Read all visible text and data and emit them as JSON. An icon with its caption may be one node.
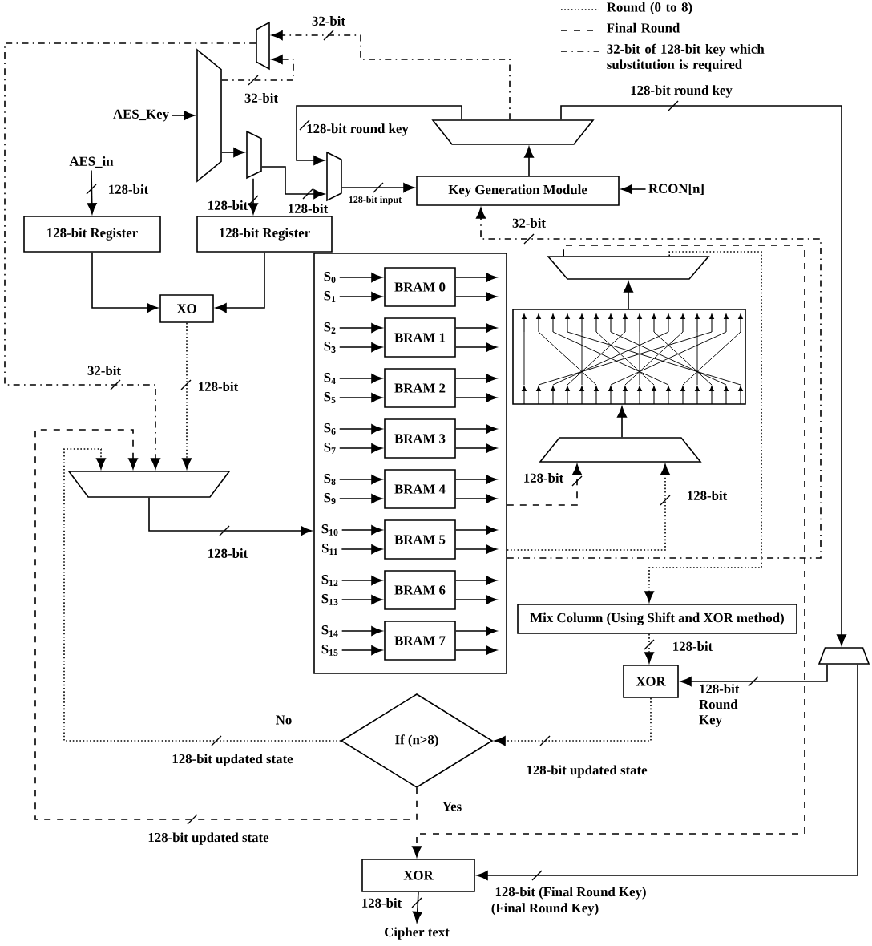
{
  "diagram": {
    "nodes": [
      {
        "text": [
          "AES_Key"
        ]
      },
      {
        "text": [],
        "shape": "trapezoid"
      },
      {
        "text": [],
        "shape": "trapezoid"
      },
      {
        "text": [],
        "shape": "trapezoid"
      },
      {
        "text": [],
        "shape": "trapezoid"
      },
      {
        "text": [],
        "shape": "trapezoid"
      },
      {
        "text": [
          "Key Generation Module"
        ]
      },
      {
        "text": [
          "RCON[n]"
        ]
      },
      {
        "text": [
          "AES_in"
        ]
      },
      {
        "text": [
          "128-bit Register"
        ]
      },
      {
        "text": [
          "128-bit Register"
        ]
      },
      {
        "text": [
          "XO"
        ]
      },
      {
        "text": [],
        "shape": "trapezoid"
      },
      {
        "text": [],
        "shape": "box"
      },
      {
        "text": [
          "BRAM 0"
        ],
        "in": 13
      },
      {
        "text": [
          "BRAM 1"
        ],
        "in": 13
      },
      {
        "text": [
          "BRAM 2"
        ],
        "in": 13
      },
      {
        "text": [
          "BRAM 3"
        ],
        "in": 13
      },
      {
        "text": [
          "BRAM 4"
        ],
        "in": 13
      },
      {
        "text": [
          "BRAM 5"
        ],
        "in": 13
      },
      {
        "text": [
          "BRAM 6"
        ],
        "in": 13
      },
      {
        "text": [
          "BRAM 7"
        ],
        "in": 13
      },
      {
        "text": [
          "S$_{0}$"
        ],
        "in": 13
      },
      {
        "text": [
          "S$_{1}$"
        ],
        "in": 13
      },
      {
        "text": [
          "S$_{2}$"
        ],
        "in": 13
      },
      {
        "text": [
          "S$_{3}$"
        ],
        "in": 13
      },
      {
        "text": [
          "S$_{4}$"
        ],
        "in": 13
      },
      {
        "text": [
          "S$_{5}$"
        ],
        "in": 13
      },
      {
        "text": [
          "S$_{6}$"
        ],
        "in": 13
      },
      {
        "text": [
          "S$_{7}$"
        ],
        "in": 13
      },
      {
        "text": [
          "S$_{8}$"
        ],
        "in": 13
      },
      {
        "text": [
          "S$_{9}$"
        ],
        "in": 13
      },
      {
        "text": [
          "S$_{10}$"
        ],
        "in": 13
      },
      {
        "text": [
          "S$_{11}$"
        ],
        "in": 13
      },
      {
        "text": [
          "S$_{12}$"
        ],
        "in": 13
      },
      {
        "text": [
          "S$_{13}$"
        ],
        "in": 13
      },
      {
        "text": [
          "S$_{14}$"
        ],
        "in": 13
      },
      {
        "text": [
          "S$_{15}$"
        ],
        "in": 13
      },
      {
        "text": [],
        "shape": "trapezoid"
      },
      {
        "text": [],
        "shape": "box"
      },
      {
        "text": [],
        "shape": "trapezoid"
      },
      {
        "text": [
          "Mix Column (Using Shift and XOR method)"
        ]
      },
      {
        "text": [
          "XOR"
        ]
      },
      {
        "text": [
          "If (n>8)"
        ]
      },
      {
        "text": [],
        "shape": "trapezoid"
      },
      {
        "text": [
          "XOR"
        ]
      },
      {
        "text": [
          "Cipher text"
        ]
      }
    ],
    "edges": [
      {
        "from": 0,
        "to": 1,
        "arrow": "to"
      },
      {
        "from": 8,
        "to": 9,
        "arrow": "to",
        "label": "128-bit"
      },
      {
        "from": 1,
        "to": 3,
        "arrow": "to"
      },
      {
        "from": 3,
        "to": 10,
        "arrow": "to",
        "label": "128-bit"
      },
      {
        "from": 3,
        "to": 4,
        "arrow": "to",
        "label": "128-bit"
      },
      {
        "from": 5,
        "to": 4,
        "arrow": "to",
        "label": "128-bit round key"
      },
      {
        "from": 4,
        "to": 6,
        "arrow": "to",
        "label": "128-bit input"
      },
      {
        "from": 6,
        "to": 5,
        "arrow": "to"
      },
      {
        "from": 7,
        "to": 6,
        "arrow": "to"
      },
      {
        "from": 5,
        "to": 44,
        "arrow": "to",
        "label": "128-bit round key"
      },
      {
        "from": 5,
        "to": 2,
        "arrow": "to",
        "style": "dashed",
        "label": "32-bit"
      },
      {
        "from": 1,
        "to": 2,
        "arrow": "to",
        "style": "dashed",
        "label": "32-bit"
      },
      {
        "from": 2,
        "to": 12,
        "arrow": "to",
        "style": "dashed",
        "label": "32-bit"
      },
      {
        "from": 9,
        "to": 11,
        "arrow": "to"
      },
      {
        "from": 10,
        "to": 11,
        "arrow": "to"
      },
      {
        "from": 11,
        "to": 12,
        "arrow": "to",
        "style": "dashed",
        "label": "128-bit"
      },
      {
        "from": 12,
        "to": 13,
        "arrow": "to",
        "label": "128-bit"
      },
      {
        "from": 13,
        "to": 6,
        "arrow": "to",
        "style": "dashed",
        "label": "32-bit"
      },
      {
        "from": 13,
        "to": 40,
        "arrow": "to",
        "style": "dashed",
        "label": "128-bit"
      },
      {
        "from": 13,
        "to": 40,
        "arrow": "to",
        "style": "dashed",
        "label": "128-bit"
      },
      {
        "from": 40,
        "to": 39,
        "arrow": "to"
      },
      {
        "from": 39,
        "to": 38,
        "arrow": "to"
      },
      {
        "from": 38,
        "to": 41,
        "arrow": "to",
        "style": "dashed"
      },
      {
        "from": 38,
        "to": 45,
        "arrow": "to",
        "style": "dashed"
      },
      {
        "from": 41,
        "to": 42,
        "arrow": "to",
        "style": "dashed",
        "label": "128-bit"
      },
      {
        "from": 44,
        "to": 42,
        "arrow": "to",
        "label": "128-bit Round Key"
      },
      {
        "from": 42,
        "to": 43,
        "arrow": "to",
        "style": "dashed",
        "label": "128-bit updated state"
      },
      {
        "from": 43,
        "to": 12,
        "arrow": "to",
        "style": "dashed",
        "label": "128-bit updated state"
      },
      {
        "from": 43,
        "to": 12,
        "arrow": "to",
        "style": "dashed",
        "label": "128-bit updated state"
      },
      {
        "from": 44,
        "to": 45,
        "arrow": "to",
        "label": "128-bit (Final Round Key)"
      },
      {
        "from": 45,
        "to": 46,
        "arrow": "to",
        "label": "128-bit"
      },
      {
        "from": 22,
        "to": 14,
        "arrow": "to"
      },
      {
        "from": 23,
        "to": 14,
        "arrow": "to"
      },
      {
        "from": 24,
        "to": 15,
        "arrow": "to"
      },
      {
        "from": 25,
        "to": 15,
        "arrow": "to"
      },
      {
        "from": 26,
        "to": 16,
        "arrow": "to"
      },
      {
        "from": 27,
        "to": 16,
        "arrow": "to"
      },
      {
        "from": 28,
        "to": 17,
        "arrow": "to"
      },
      {
        "from": 29,
        "to": 17,
        "arrow": "to"
      },
      {
        "from": 30,
        "to": 18,
        "arrow": "to"
      },
      {
        "from": 31,
        "to": 18,
        "arrow": "to"
      },
      {
        "from": 32,
        "to": 19,
        "arrow": "to"
      },
      {
        "from": 33,
        "to": 19,
        "arrow": "to"
      },
      {
        "from": 34,
        "to": 20,
        "arrow": "to"
      },
      {
        "from": 35,
        "to": 20,
        "arrow": "to"
      },
      {
        "from": 36,
        "to": 21,
        "arrow": "to"
      },
      {
        "from": 37,
        "to": 21,
        "arrow": "to"
      },
      {
        "from": 14,
        "to": null,
        "arrow": "to"
      },
      {
        "from": 14,
        "to": null,
        "arrow": "to"
      },
      {
        "from": 15,
        "to": null,
        "arrow": "to"
      },
      {
        "from": 15,
        "to": null,
        "arrow": "to"
      },
      {
        "from": 16,
        "to": null,
        "arrow": "to"
      },
      {
        "from": 16,
        "to": null,
        "arrow": "to"
      },
      {
        "from": 17,
        "to": null,
        "arrow": "to"
      },
      {
        "from": 17,
        "to": null,
        "arrow": "to"
      },
      {
        "from": 18,
        "to": null,
        "arrow": "to"
      },
      {
        "from": 18,
        "to": null,
        "arrow": "to"
      },
      {
        "from": 19,
        "to": null,
        "arrow": "to"
      },
      {
        "from": 19,
        "to": null,
        "arrow": "to"
      },
      {
        "from": 20,
        "to": null,
        "arrow": "to"
      },
      {
        "from": 20,
        "to": null,
        "arrow": "to"
      },
      {
        "from": 21,
        "to": null,
        "arrow": "to"
      },
      {
        "from": 21,
        "to": null,
        "arrow": "to"
      }
    ],
    "labels": [
      "No",
      "Yes",
      "(Final Round Key)"
    ],
    "legend": [
      {
        "text": "Round (0 to 8)"
      },
      {
        "text": "Final Round"
      },
      {
        "text": "32-bit of 128-bit key which substitution is required"
      }
    ]
  }
}
